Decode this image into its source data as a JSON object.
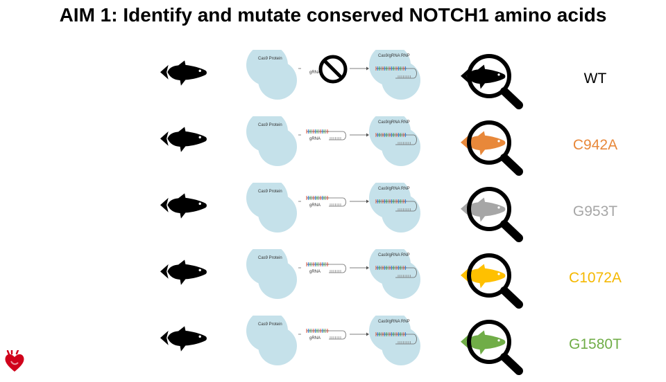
{
  "title": "AIM 1: Identify and mutate conserved NOTCH1 amino acids",
  "diagram": {
    "cas9_protein_label": "Cas9 Protein",
    "grna_label": "gRNA",
    "rnp_label": "Cas9/gRNA RNP"
  },
  "rows": [
    {
      "label": "WT",
      "color": "#000000",
      "fish_color": "#000000",
      "has_grna": false
    },
    {
      "label": "C942A",
      "color": "#e8883a",
      "fish_color": "#e8883a",
      "has_grna": true
    },
    {
      "label": "G953T",
      "color": "#a6a6a6",
      "fish_color": "#a6a6a6",
      "has_grna": true
    },
    {
      "label": "C1072A",
      "color": "#f5b800",
      "fish_color": "#ffc000",
      "has_grna": true
    },
    {
      "label": "G1580T",
      "color": "#70ad47",
      "fish_color": "#70ad47",
      "has_grna": true
    }
  ],
  "colors": {
    "circle_fill": "#c5e1ea",
    "heart": "#d0021b"
  },
  "icons": [
    "fish-icon",
    "no-symbol-icon",
    "magnifier-icon",
    "heart-icon"
  ]
}
